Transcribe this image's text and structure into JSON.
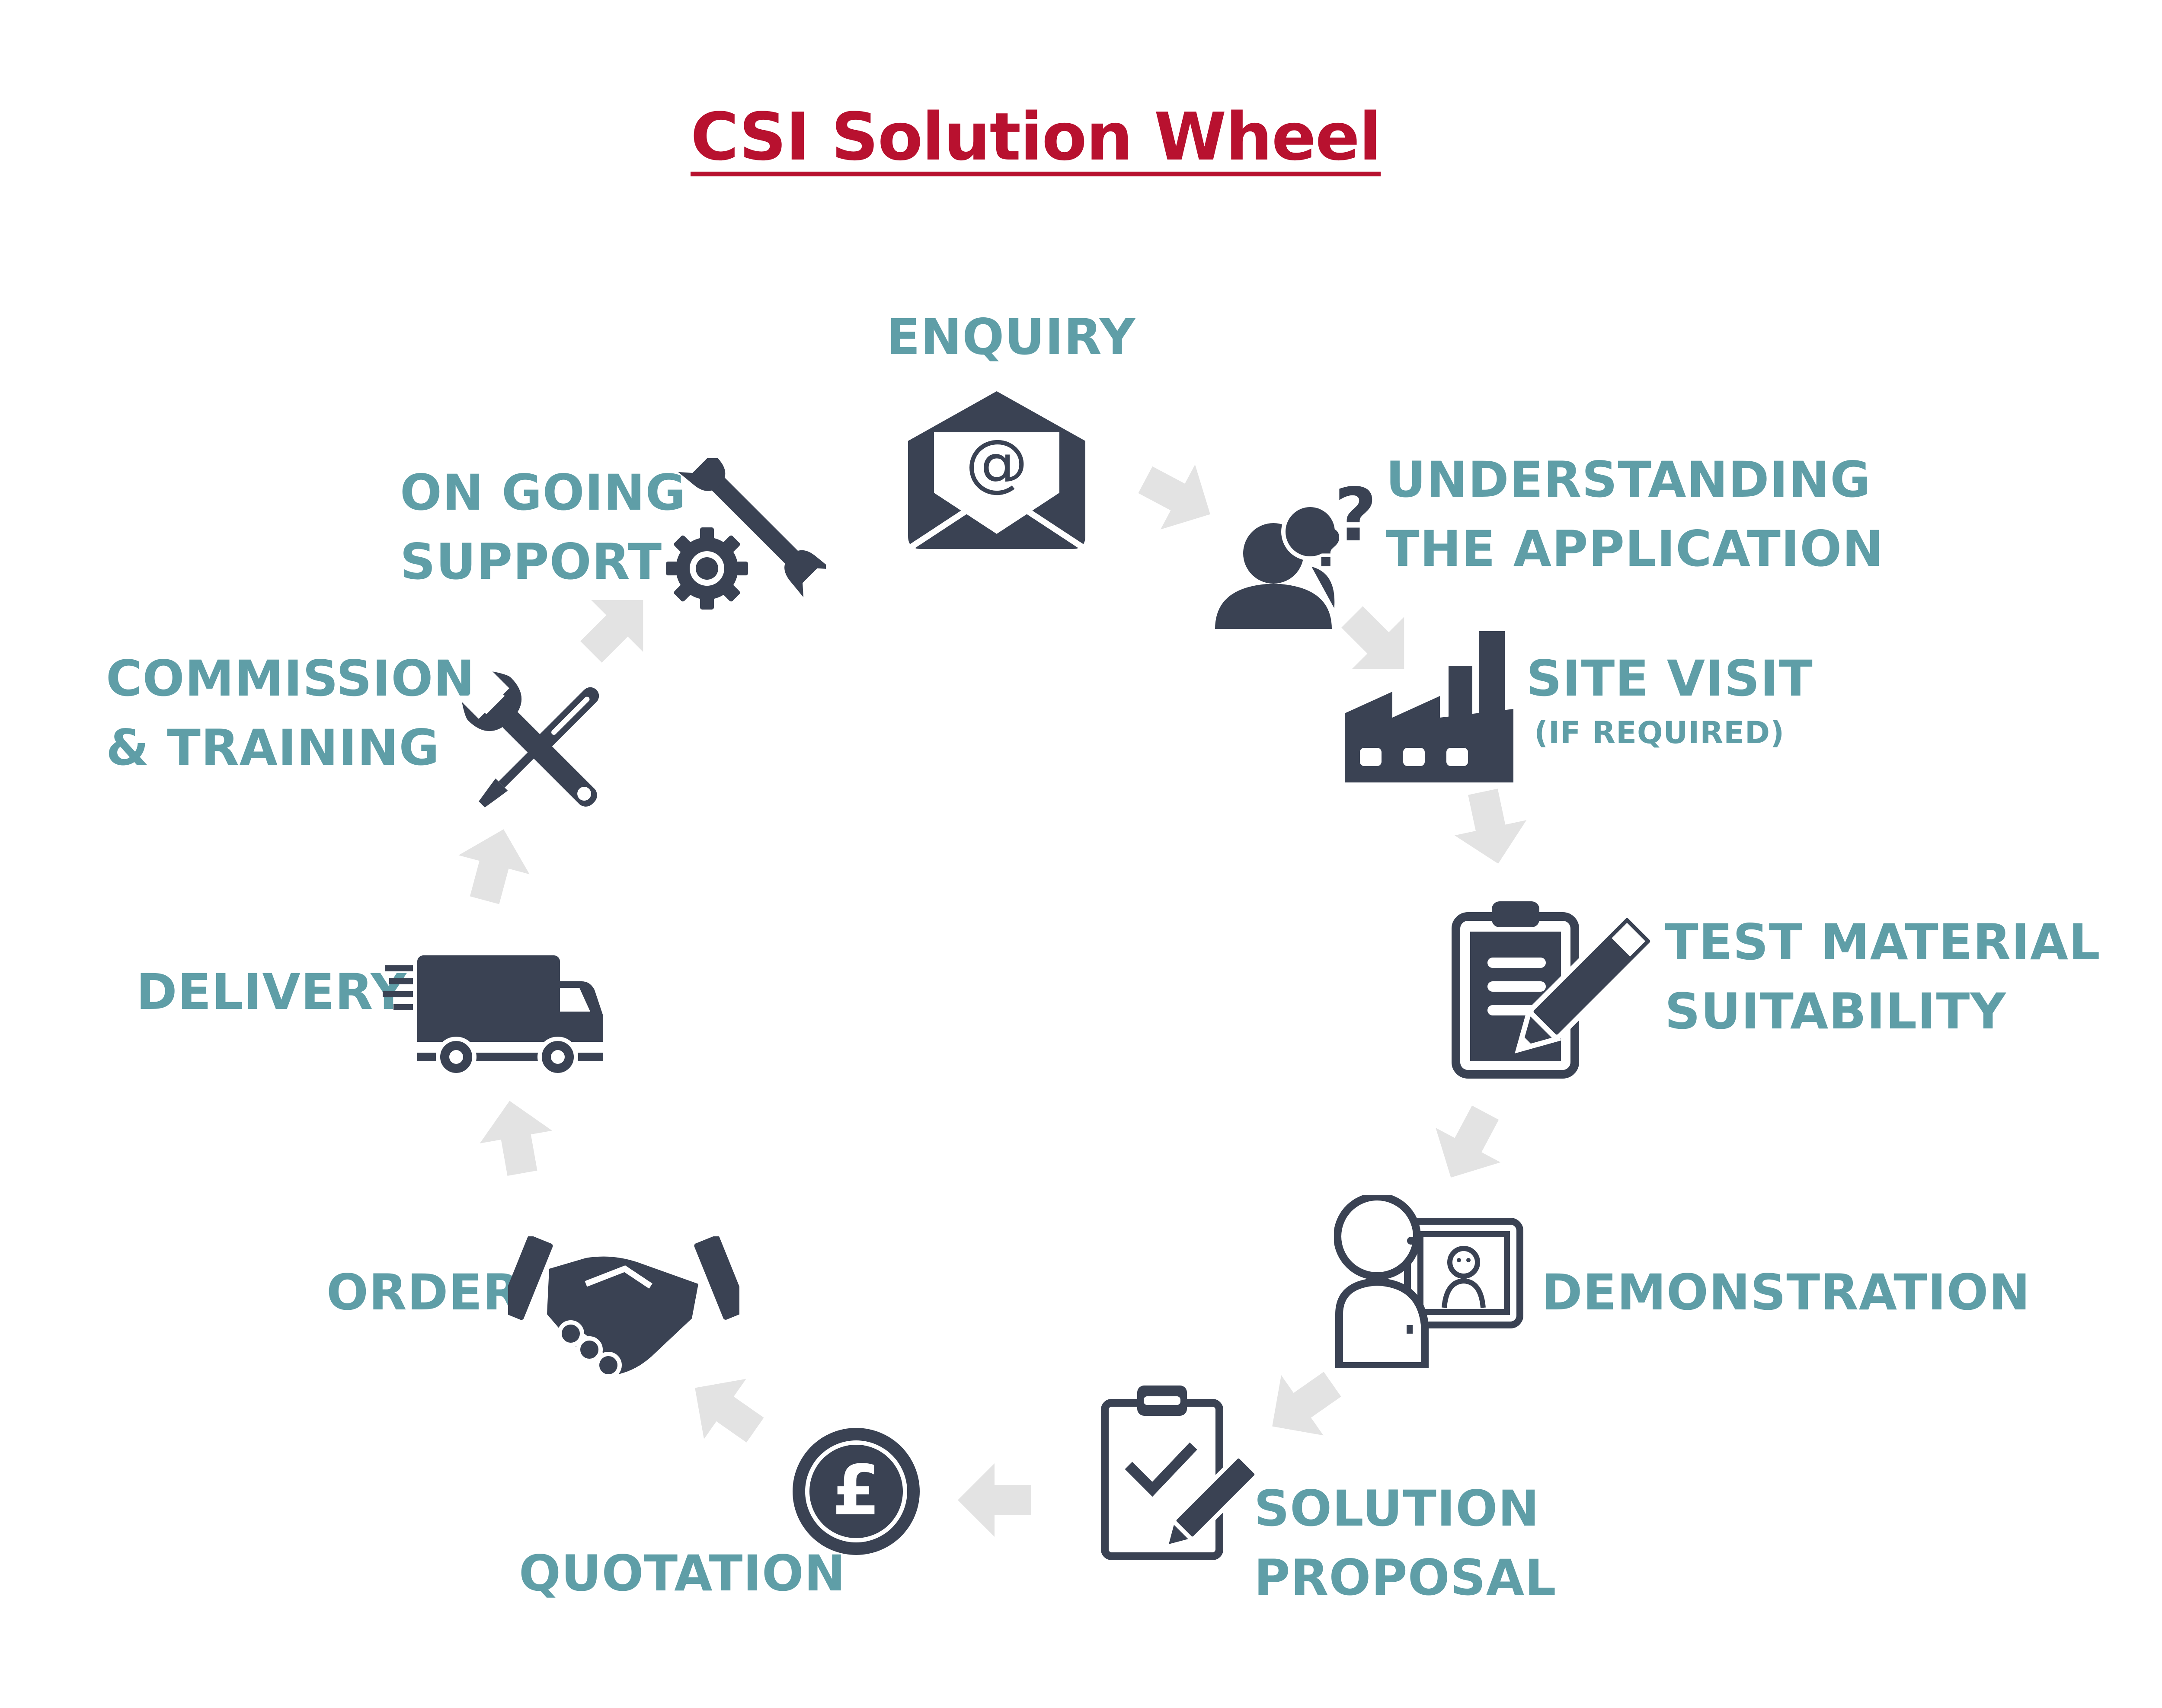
{
  "title": "CSI Solution Wheel",
  "colors": {
    "title": "#b8112f",
    "label": "#5f9ea7",
    "icon": "#3a4253",
    "arrow": "#e3e3e3"
  },
  "steps": {
    "enquiry": {
      "line1": "ENQUIRY",
      "icon": "envelope-at-icon"
    },
    "understanding": {
      "line1": "UNDERSTANDING",
      "line2": "THE APPLICATION",
      "icon": "people-question-icon"
    },
    "site_visit": {
      "line1": "SITE VISIT",
      "note": "(IF REQUIRED)",
      "icon": "factory-icon"
    },
    "test_material": {
      "line1": "TEST MATERIAL",
      "line2": "SUITABILITY",
      "icon": "clipboard-pencil-icon"
    },
    "demonstration": {
      "line1": "DEMONSTRATION",
      "icon": "presenter-screen-icon"
    },
    "solution_proposal": {
      "line1": "SOLUTION",
      "line2": "PROPOSAL",
      "icon": "clipboard-check-icon"
    },
    "quotation": {
      "line1": "QUOTATION",
      "icon": "pound-coin-icon"
    },
    "order": {
      "line1": "ORDER",
      "icon": "handshake-icon"
    },
    "delivery": {
      "line1": "DELIVERY",
      "icon": "delivery-van-icon"
    },
    "commission": {
      "line1": "COMMISSION",
      "line2": "& TRAINING",
      "icon": "wrench-screwdriver-icon"
    },
    "ongoing_support": {
      "line1": "ON GOING",
      "line2": "SUPPORT",
      "icon": "wrench-gear-icon"
    }
  }
}
